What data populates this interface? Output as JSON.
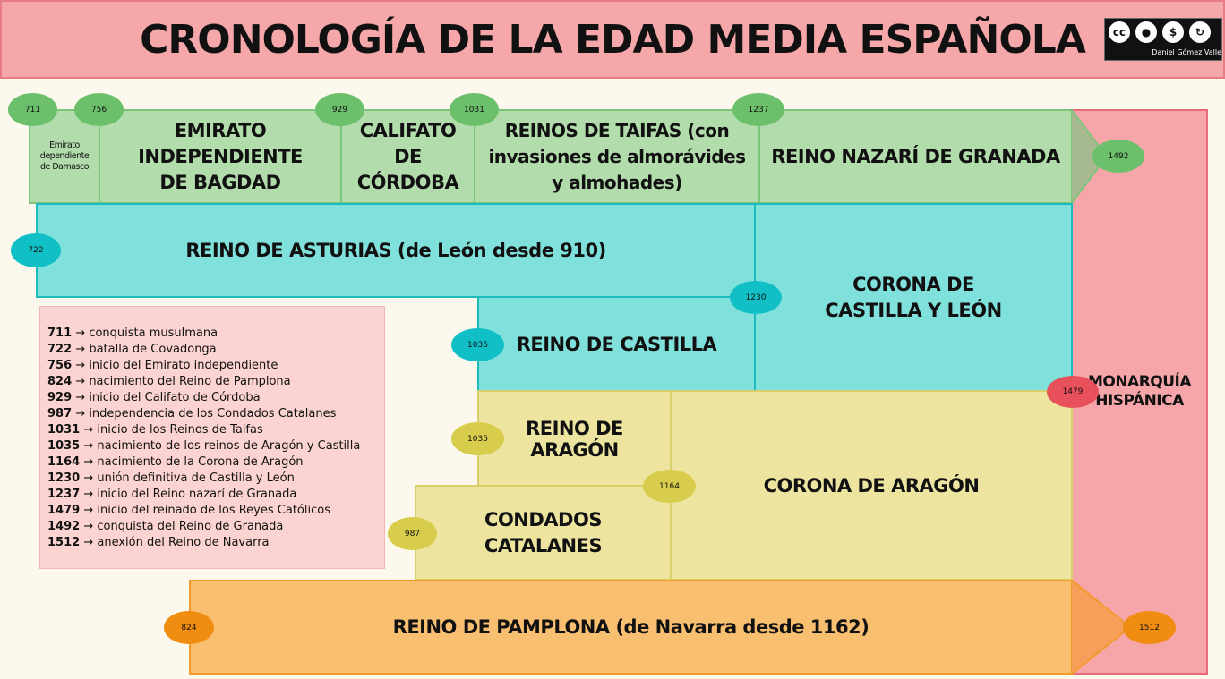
{
  "title": "CRONOLOGÍA DE LA EDAD MEDIA ESPAÑOLA",
  "license": {
    "icons": [
      "cc",
      "by",
      "nc",
      "sa"
    ],
    "author": "Daniel Gómez Valle"
  },
  "blocks": {
    "emirato_dependiente": "Emirato dependiente de Damasco",
    "emirato_independiente": "EMIRATO INDEPENDIENTE DE BAGDAD",
    "califato": "CALIFATO DE CÓRDOBA",
    "taifas": "REINOS DE TAIFAS (con invasiones de almorávides y almohades)",
    "nazari": "REINO NAZARÍ DE GRANADA",
    "asturias": "REINO DE ASTURIAS (de León desde 910)",
    "castilla_leon": "CORONA DE CASTILLA Y LEÓN",
    "castilla": "REINO DE CASTILLA",
    "aragon": "REINO DE ARAGÓN",
    "corona_aragon": "CORONA DE ARAGÓN",
    "condados": "CONDADOS CATALANES",
    "pamplona": "REINO DE PAMPLONA (de Navarra desde 1162)",
    "monarquia": "MONARQUÍA HISPÁNICA"
  },
  "badges": {
    "b711": "711",
    "b756": "756",
    "b929": "929",
    "b1031": "1031",
    "b1237": "1237",
    "b1492": "1492",
    "b722": "722",
    "b1230": "1230",
    "b1035a": "1035",
    "b1479": "1479",
    "b1035b": "1035",
    "b1164": "1164",
    "b987": "987",
    "b824": "824",
    "b1512": "1512"
  },
  "legend": [
    {
      "year": "711",
      "text": "conquista musulmana"
    },
    {
      "year": "722",
      "text": "batalla de Covadonga"
    },
    {
      "year": "756",
      "text": "inicio del Emirato independiente"
    },
    {
      "year": "824",
      "text": "nacimiento del Reino de Pamplona"
    },
    {
      "year": "929",
      "text": "inicio del Califato de Córdoba"
    },
    {
      "year": "987",
      "text": "independencia de los Condados Catalanes"
    },
    {
      "year": "1031",
      "text": "inicio de los Reinos de Taifas"
    },
    {
      "year": "1035",
      "text": "nacimiento de los reinos de Aragón y Castilla"
    },
    {
      "year": "1164",
      "text": "nacimiento de la Corona de Aragón"
    },
    {
      "year": "1230",
      "text": "unión definitiva de Castilla y León"
    },
    {
      "year": "1237",
      "text": "inicio del Reino nazarí de Granada"
    },
    {
      "year": "1479",
      "text": "inicio del reinado de los Reyes Católicos"
    },
    {
      "year": "1492",
      "text": "conquista del Reino de Granada"
    },
    {
      "year": "1512",
      "text": "anexión del Reino de Navarra"
    }
  ],
  "colors": {
    "green": "#b2dcab",
    "cyan": "#80e1dc",
    "yellow": "#ece49f",
    "orange": "#f9bf70",
    "pink": "#f6a5a8",
    "title_bg": "#f6a7a9"
  }
}
